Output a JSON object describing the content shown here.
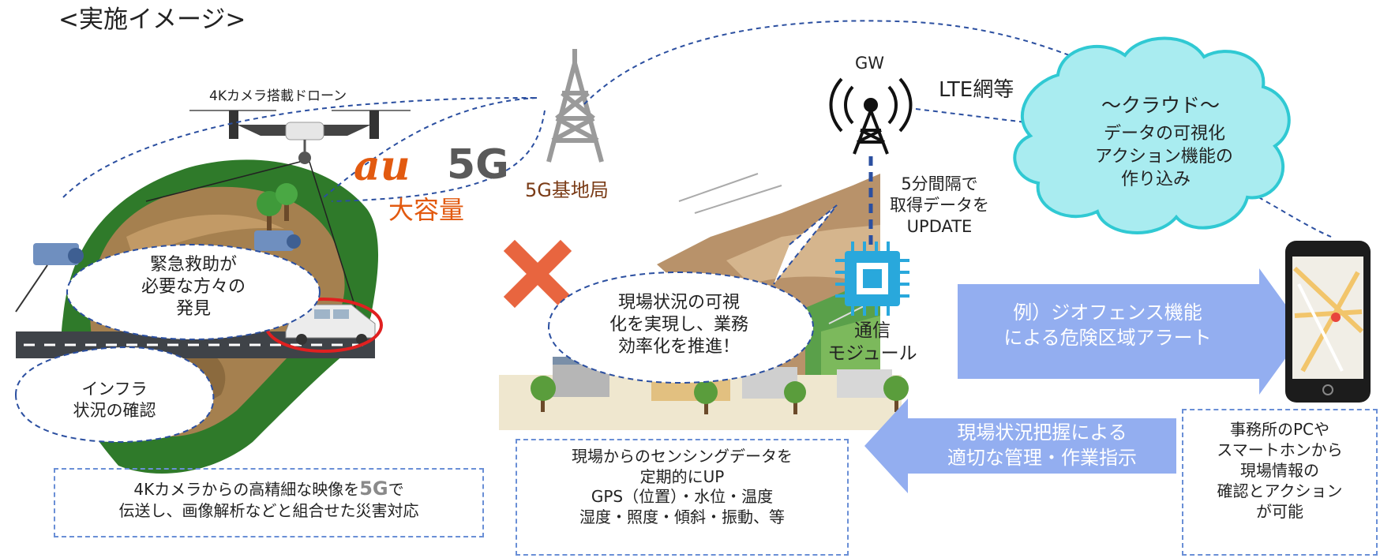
{
  "title": "<実施イメージ>",
  "drone": {
    "label": "4Kカメラ搭載ドローン"
  },
  "au": {
    "brand": "au",
    "tech": "5G",
    "capacity": "大容量",
    "brand_color": "#e25a10"
  },
  "base_station": {
    "label": "5G基地局"
  },
  "gateway": {
    "label": "GW"
  },
  "lte": {
    "label": "LTE網等"
  },
  "cloud": {
    "title": "～クラウド～",
    "lines": [
      "データの可視化",
      "アクション機能の",
      "作り込み"
    ],
    "color": "#a9ecf0",
    "stroke": "#30c9d3"
  },
  "update_note": {
    "lines": [
      "5分間隔で",
      "取得データを",
      "UPDATE"
    ]
  },
  "module": {
    "lines": [
      "通信",
      "モジュール"
    ]
  },
  "bubbles": {
    "rescue": [
      "緊急救助が",
      "必要な方々の",
      "発見"
    ],
    "infra": [
      "インフラ",
      "状況の確認"
    ],
    "visual": [
      "現場状況の可視",
      "化を実現し、業務",
      "効率化を推進！"
    ]
  },
  "left_box": {
    "line1_pre": "4Kカメラからの高精細な映像を",
    "line1_em": "5G",
    "line1_post": "で",
    "line2": "伝送し、画像解析などと組合せた災害対応"
  },
  "mid_box": {
    "lines": [
      "現場からのセンシングデータを",
      "定期的にUP",
      "GPS（位置）・水位・温度",
      "湿度・照度・傾斜・振動、等"
    ]
  },
  "right_box": {
    "lines": [
      "事務所のPCや",
      "スマートホンから",
      "現場情報の",
      "確認とアクション",
      "が可能"
    ]
  },
  "arrow_right": {
    "lines": [
      "例）ジオフェンス機能",
      "による危険区域アラート"
    ],
    "color": "#93aef0"
  },
  "arrow_left": {
    "lines": [
      "現場状況把握による",
      "適切な管理・作業指示"
    ],
    "color": "#93aef0"
  },
  "accent_dash": "#2b4fa0",
  "cross_color": "#e8653f",
  "chip_color": "#29a8dc"
}
